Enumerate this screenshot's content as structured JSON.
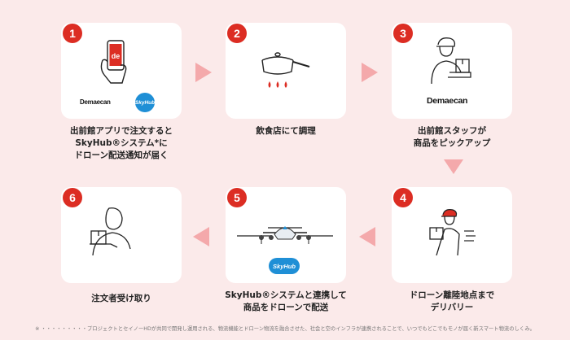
{
  "colors": {
    "accent": "#dc2d23",
    "arrow": "#f4a9ab",
    "background": "#fbeaea",
    "skyhub": "#1f8fd6"
  },
  "brand": {
    "demaecan": "Demaecan",
    "skyhub": "SkyHub"
  },
  "steps": [
    {
      "number": "1",
      "lines": [
        "出前館アプリで注文すると",
        "SkyHub®システム*に",
        "ドローン配送通知が届く"
      ],
      "icon": "phone-order-icon"
    },
    {
      "number": "2",
      "lines": [
        "飲食店にて調理"
      ],
      "icon": "cooking-pot-icon"
    },
    {
      "number": "3",
      "lines": [
        "出前館スタッフが",
        "商品をピックアップ"
      ],
      "icon": "staff-pickup-icon"
    },
    {
      "number": "4",
      "lines": [
        "ドローン離陸地点まで",
        "デリバリー"
      ],
      "icon": "delivery-runner-icon"
    },
    {
      "number": "5",
      "lines": [
        "SkyHub®システムと連携して",
        "商品をドローンで配送"
      ],
      "icon": "drone-icon"
    },
    {
      "number": "6",
      "lines": [
        "注文者受け取り"
      ],
      "icon": "customer-receive-icon"
    }
  ],
  "footnote": "※ ・・・・・・・・・プロジェクトとセイノーHDが共同で開発し運用される、物流機能とドローン物流を融合させた、社会と空のインフラが連携されることで、いつでもどこでもモノが届く新スマート物流のしくみ。"
}
